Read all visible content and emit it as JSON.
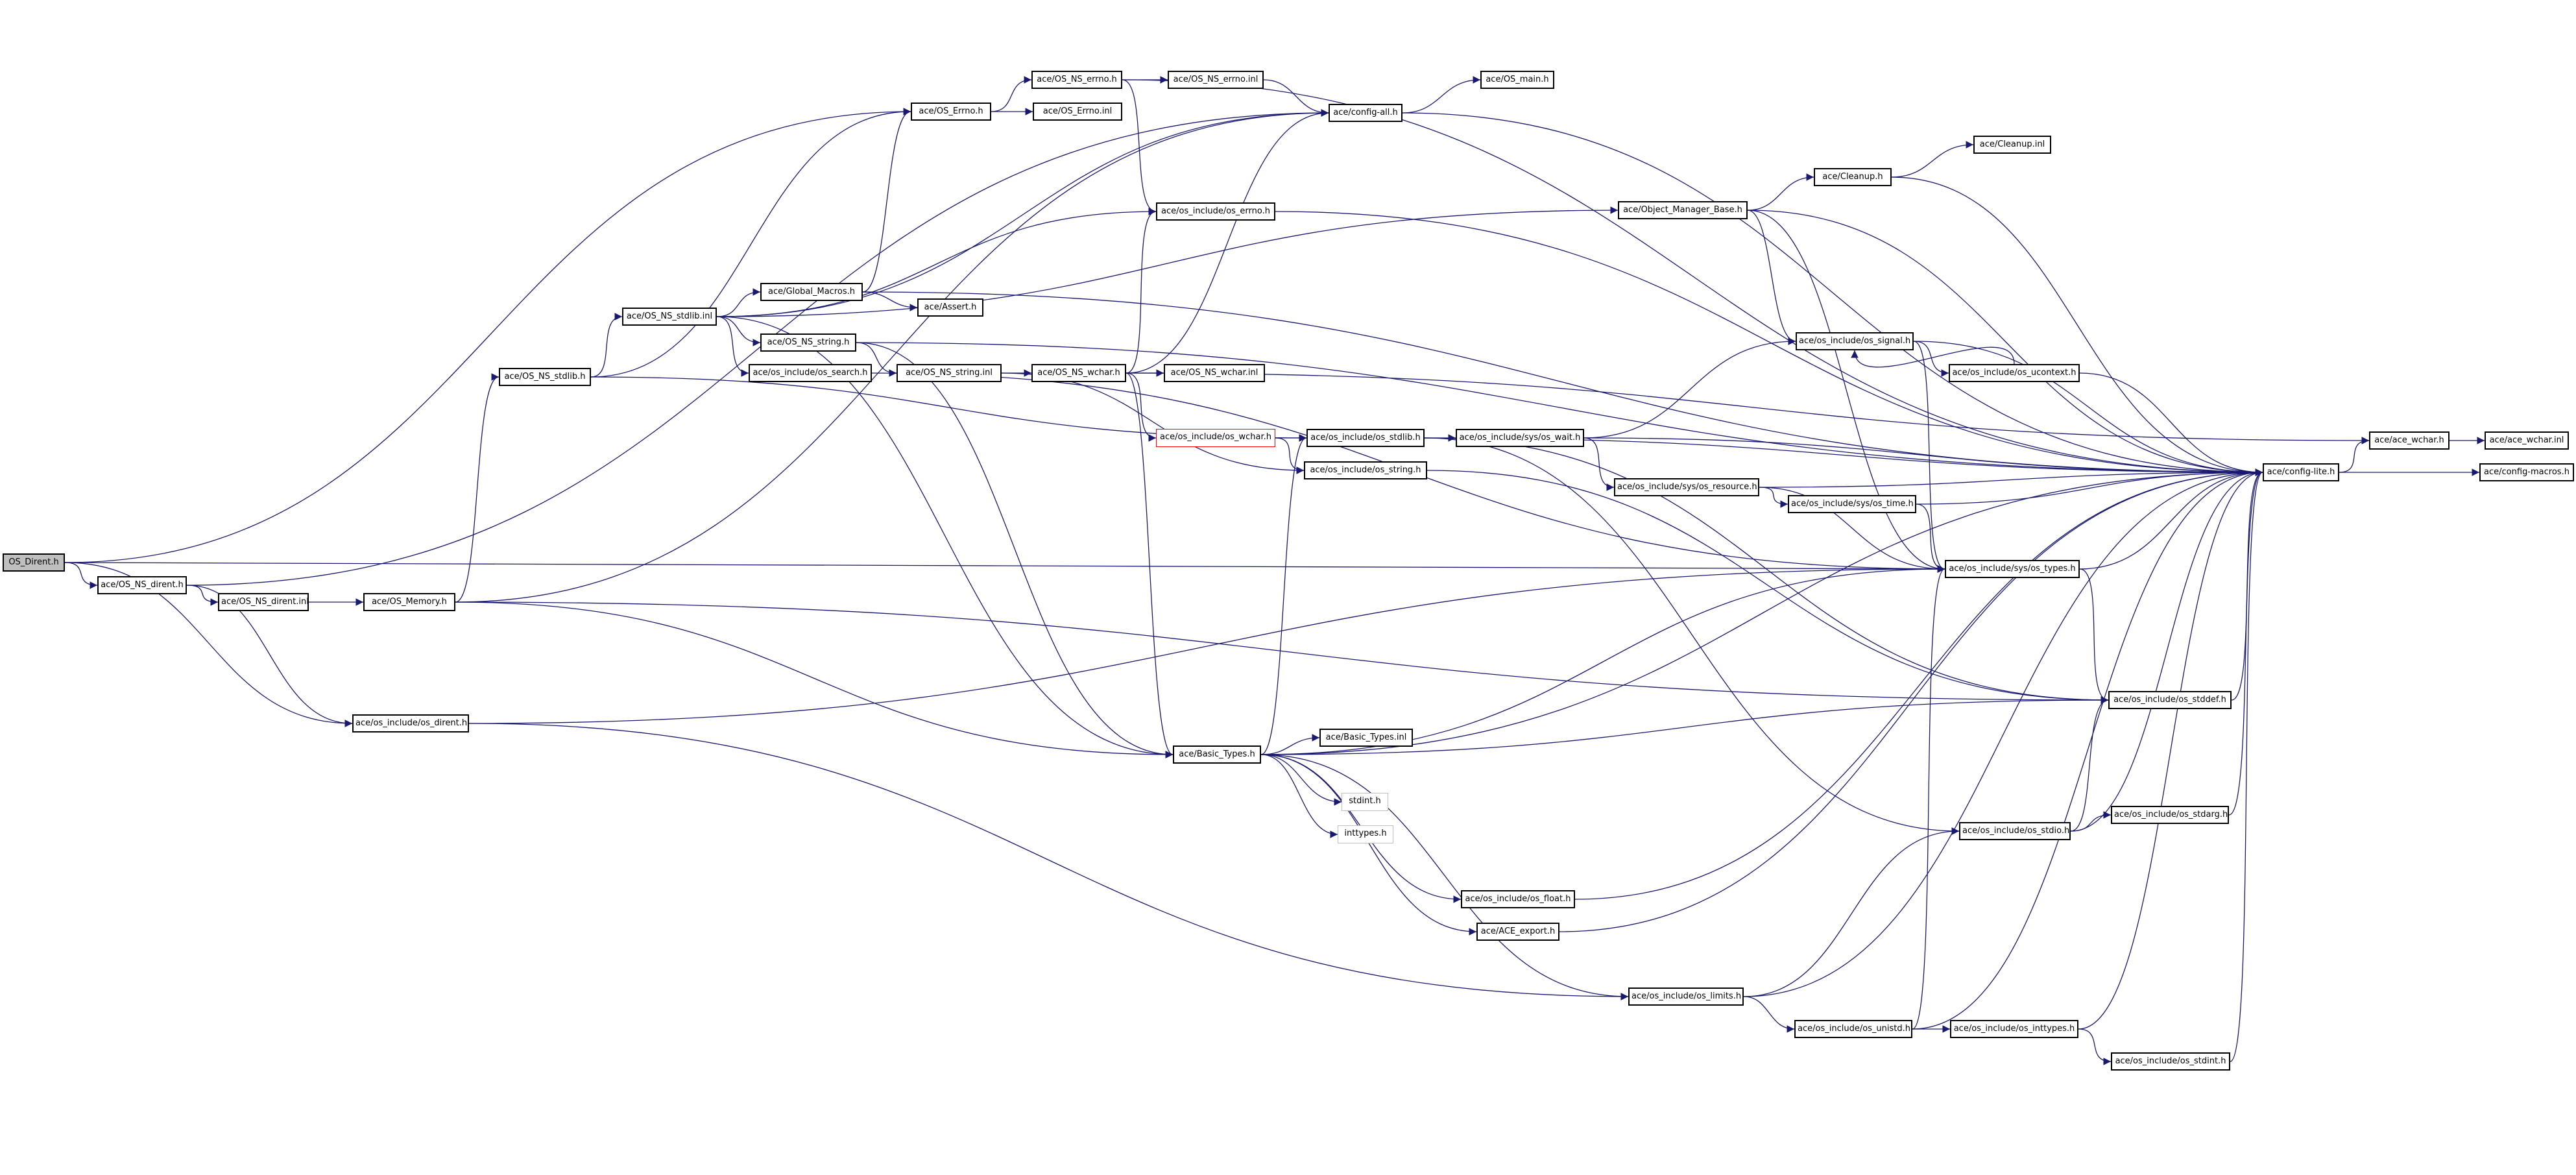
{
  "colors": {
    "edge": "#191970",
    "root_fill": "#bfbfbf",
    "node_border": "#000000",
    "missing_border": "#bfbfbf",
    "red_border": "#ff0000"
  },
  "nodes": {
    "os_dirent_h": "OS_Dirent.h",
    "os_ns_dirent_h": "ace/OS_NS_dirent.h",
    "os_ns_dirent_inl": "ace/OS_NS_dirent.inl",
    "os_memory_h": "ace/OS_Memory.h",
    "os_include_os_dirent_h": "ace/os_include/os_dirent.h",
    "os_ns_stdlib_h": "ace/OS_NS_stdlib.h",
    "os_ns_stdlib_inl": "ace/OS_NS_stdlib.inl",
    "os_errno_h": "ace/OS_Errno.h",
    "os_errno_inl": "ace/OS_Errno.inl",
    "os_ns_errno_h": "ace/OS_NS_errno.h",
    "os_ns_errno_inl": "ace/OS_NS_errno.inl",
    "config_all_h": "ace/config-all.h",
    "os_main_h": "ace/OS_main.h",
    "global_macros_h": "ace/Global_Macros.h",
    "assert_h": "ace/Assert.h",
    "os_ns_string_h": "ace/OS_NS_string.h",
    "os_ns_string_inl": "ace/OS_NS_string.inl",
    "os_include_os_search_h": "ace/os_include/os_search.h",
    "os_ns_wchar_h": "ace/OS_NS_wchar.h",
    "os_ns_wchar_inl": "ace/OS_NS_wchar.inl",
    "os_include_os_errno_h": "ace/os_include/os_errno.h",
    "object_manager_base_h": "ace/Object_Manager_Base.h",
    "cleanup_h": "ace/Cleanup.h",
    "cleanup_inl": "ace/Cleanup.inl",
    "os_include_os_signal_h": "ace/os_include/os_signal.h",
    "os_include_os_ucontext_h": "ace/os_include/os_ucontext.h",
    "os_include_os_wchar_h": "ace/os_include/os_wchar.h",
    "os_include_os_stdlib_h": "ace/os_include/os_stdlib.h",
    "os_include_sys_os_wait_h": "ace/os_include/sys/os_wait.h",
    "os_include_os_string_h": "ace/os_include/os_string.h",
    "os_include_sys_os_resource_h": "ace/os_include/sys/os_resource.h",
    "os_include_sys_os_time_h": "ace/os_include/sys/os_time.h",
    "os_include_sys_os_types_h": "ace/os_include/sys/os_types.h",
    "config_lite_h": "ace/config-lite.h",
    "ace_wchar_h": "ace/ace_wchar.h",
    "ace_wchar_inl": "ace/ace_wchar.inl",
    "config_macros_h": "ace/config-macros.h",
    "os_include_os_stddef_h": "ace/os_include/os_stddef.h",
    "basic_types_h": "ace/Basic_Types.h",
    "basic_types_inl": "ace/Basic_Types.inl",
    "stdint_h": "stdint.h",
    "inttypes_h": "inttypes.h",
    "os_include_os_stdio_h": "ace/os_include/os_stdio.h",
    "os_include_os_stdarg_h": "ace/os_include/os_stdarg.h",
    "os_include_os_float_h": "ace/os_include/os_float.h",
    "ace_export_h": "ace/ACE_export.h",
    "os_include_os_limits_h": "ace/os_include/os_limits.h",
    "os_include_os_unistd_h": "ace/os_include/os_unistd.h",
    "os_include_os_inttypes_h": "ace/os_include/os_inttypes.h",
    "os_include_os_stdint_h": "ace/os_include/os_stdint.h"
  },
  "edges": [
    [
      "os_dirent_h",
      "os_ns_dirent_h"
    ],
    [
      "os_dirent_h",
      "os_include_os_dirent_h"
    ],
    [
      "os_dirent_h",
      "os_errno_h"
    ],
    [
      "os_dirent_h",
      "os_include_sys_os_types_h"
    ],
    [
      "os_ns_dirent_h",
      "os_ns_dirent_inl"
    ],
    [
      "os_ns_dirent_h",
      "os_include_os_dirent_h"
    ],
    [
      "os_ns_dirent_h",
      "config_all_h"
    ],
    [
      "os_ns_dirent_inl",
      "os_memory_h"
    ],
    [
      "os_memory_h",
      "os_ns_stdlib_h"
    ],
    [
      "os_memory_h",
      "os_include_os_stddef_h"
    ],
    [
      "os_memory_h",
      "basic_types_h"
    ],
    [
      "os_memory_h",
      "config_all_h"
    ],
    [
      "os_include_os_dirent_h",
      "os_include_sys_os_types_h"
    ],
    [
      "os_include_os_dirent_h",
      "os_include_os_limits_h"
    ],
    [
      "os_ns_stdlib_h",
      "os_ns_stdlib_inl"
    ],
    [
      "os_ns_stdlib_h",
      "os_errno_h"
    ],
    [
      "os_ns_stdlib_h",
      "os_include_os_stdlib_h"
    ],
    [
      "os_ns_stdlib_inl",
      "global_macros_h"
    ],
    [
      "os_ns_stdlib_inl",
      "os_ns_string_h"
    ],
    [
      "os_ns_stdlib_inl",
      "os_include_os_search_h"
    ],
    [
      "os_ns_stdlib_inl",
      "os_include_os_errno_h"
    ],
    [
      "os_ns_stdlib_inl",
      "object_manager_base_h"
    ],
    [
      "os_ns_stdlib_inl",
      "config_all_h"
    ],
    [
      "os_ns_stdlib_inl",
      "basic_types_h"
    ],
    [
      "os_errno_h",
      "os_errno_inl"
    ],
    [
      "os_errno_h",
      "os_ns_errno_h"
    ],
    [
      "os_ns_errno_h",
      "os_ns_errno_inl"
    ],
    [
      "os_ns_errno_h",
      "os_include_os_errno_h"
    ],
    [
      "os_ns_errno_h",
      "config_lite_h"
    ],
    [
      "os_ns_errno_inl",
      "config_all_h"
    ],
    [
      "config_all_h",
      "os_main_h"
    ],
    [
      "config_all_h",
      "config_lite_h"
    ],
    [
      "global_macros_h",
      "assert_h"
    ],
    [
      "global_macros_h",
      "os_errno_h"
    ],
    [
      "global_macros_h",
      "config_lite_h"
    ],
    [
      "os_ns_string_h",
      "os_ns_string_inl"
    ],
    [
      "os_ns_string_h",
      "basic_types_h"
    ],
    [
      "os_ns_string_h",
      "config_lite_h"
    ],
    [
      "os_ns_string_inl",
      "os_ns_wchar_h"
    ],
    [
      "os_ns_string_inl",
      "os_include_os_string_h"
    ],
    [
      "os_include_os_search_h",
      "os_include_sys_os_types_h"
    ],
    [
      "os_ns_wchar_h",
      "os_ns_wchar_inl"
    ],
    [
      "os_ns_wchar_h",
      "os_include_os_wchar_h"
    ],
    [
      "os_ns_wchar_h",
      "basic_types_h"
    ],
    [
      "os_ns_wchar_h",
      "os_include_os_errno_h"
    ],
    [
      "os_ns_wchar_h",
      "config_all_h"
    ],
    [
      "os_ns_wchar_h",
      "ace_wchar_h"
    ],
    [
      "os_include_os_wchar_h",
      "os_include_os_stdlib_h"
    ],
    [
      "os_include_os_wchar_h",
      "os_include_os_string_h"
    ],
    [
      "os_include_os_errno_h",
      "config_lite_h"
    ],
    [
      "object_manager_base_h",
      "cleanup_h"
    ],
    [
      "object_manager_base_h",
      "os_include_os_signal_h"
    ],
    [
      "object_manager_base_h",
      "os_include_sys_os_types_h"
    ],
    [
      "object_manager_base_h",
      "config_lite_h"
    ],
    [
      "cleanup_h",
      "cleanup_inl"
    ],
    [
      "cleanup_h",
      "config_lite_h"
    ],
    [
      "os_include_os_signal_h",
      "os_include_os_ucontext_h"
    ],
    [
      "os_include_os_signal_h",
      "os_include_sys_os_types_h"
    ],
    [
      "os_include_os_signal_h",
      "config_lite_h"
    ],
    [
      "os_include_os_ucontext_h",
      "os_include_os_signal_h"
    ],
    [
      "os_include_os_ucontext_h",
      "config_lite_h"
    ],
    [
      "os_include_os_stdlib_h",
      "os_include_sys_os_wait_h"
    ],
    [
      "os_include_os_stdlib_h",
      "os_include_os_stddef_h"
    ],
    [
      "os_include_os_stdlib_h",
      "os_include_os_stdio_h"
    ],
    [
      "os_include_os_stdlib_h",
      "config_lite_h"
    ],
    [
      "os_include_sys_os_wait_h",
      "os_include_os_signal_h"
    ],
    [
      "os_include_sys_os_wait_h",
      "os_include_sys_os_resource_h"
    ],
    [
      "os_include_sys_os_wait_h",
      "config_lite_h"
    ],
    [
      "os_include_os_string_h",
      "os_include_os_stddef_h"
    ],
    [
      "os_include_sys_os_resource_h",
      "os_include_sys_os_time_h"
    ],
    [
      "os_include_sys_os_resource_h",
      "os_include_sys_os_types_h"
    ],
    [
      "os_include_sys_os_resource_h",
      "config_lite_h"
    ],
    [
      "os_include_sys_os_time_h",
      "os_include_sys_os_types_h"
    ],
    [
      "os_include_sys_os_time_h",
      "config_lite_h"
    ],
    [
      "os_include_sys_os_types_h",
      "os_include_os_stddef_h"
    ],
    [
      "os_include_sys_os_types_h",
      "config_lite_h"
    ],
    [
      "os_include_os_stddef_h",
      "config_lite_h"
    ],
    [
      "config_lite_h",
      "ace_wchar_h"
    ],
    [
      "config_lite_h",
      "config_macros_h"
    ],
    [
      "ace_wchar_h",
      "ace_wchar_inl"
    ],
    [
      "basic_types_h",
      "basic_types_inl"
    ],
    [
      "basic_types_h",
      "stdint_h"
    ],
    [
      "basic_types_h",
      "inttypes_h"
    ],
    [
      "basic_types_h",
      "os_include_os_float_h"
    ],
    [
      "basic_types_h",
      "ace_export_h"
    ],
    [
      "basic_types_h",
      "os_include_os_limits_h"
    ],
    [
      "basic_types_h",
      "os_include_os_stdlib_h"
    ],
    [
      "basic_types_h",
      "os_include_os_stddef_h"
    ],
    [
      "basic_types_h",
      "os_include_sys_os_types_h"
    ],
    [
      "basic_types_h",
      "config_lite_h"
    ],
    [
      "os_include_os_stdio_h",
      "os_include_os_stdarg_h"
    ],
    [
      "os_include_os_stdio_h",
      "os_include_os_stddef_h"
    ],
    [
      "os_include_os_stdio_h",
      "config_lite_h"
    ],
    [
      "os_include_os_stdarg_h",
      "config_lite_h"
    ],
    [
      "os_include_os_float_h",
      "config_lite_h"
    ],
    [
      "ace_export_h",
      "config_lite_h"
    ],
    [
      "os_include_os_limits_h",
      "os_include_os_unistd_h"
    ],
    [
      "os_include_os_limits_h",
      "os_include_os_stdio_h"
    ],
    [
      "os_include_os_limits_h",
      "config_lite_h"
    ],
    [
      "os_include_os_unistd_h",
      "os_include_os_inttypes_h"
    ],
    [
      "os_include_os_unistd_h",
      "os_include_sys_os_types_h"
    ],
    [
      "os_include_os_unistd_h",
      "config_lite_h"
    ],
    [
      "os_include_os_inttypes_h",
      "os_include_os_stdint_h"
    ],
    [
      "os_include_os_inttypes_h",
      "config_lite_h"
    ],
    [
      "os_include_os_stdint_h",
      "config_lite_h"
    ]
  ]
}
